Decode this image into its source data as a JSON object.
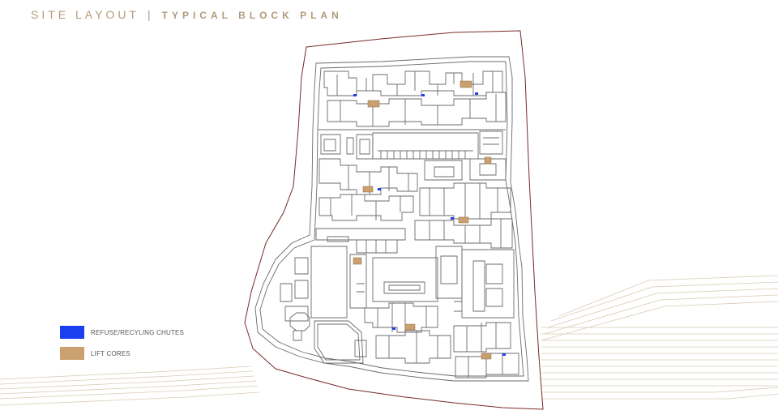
{
  "header": {
    "title_light": "SITE LAYOUT",
    "separator": "|",
    "title_bold": "TYPICAL BLOCK PLAN"
  },
  "legend": {
    "items": [
      {
        "label": "REFUSE/RECYLING CHUTES",
        "color": "#1a3ff0"
      },
      {
        "label": "LIFT CORES",
        "color": "#c9a06e"
      }
    ]
  },
  "colors": {
    "boundary": "#7a2a2a",
    "plan_lines": "#6b6b6b",
    "decor_lines": "#d8c8b0",
    "title": "#b39a7c"
  }
}
